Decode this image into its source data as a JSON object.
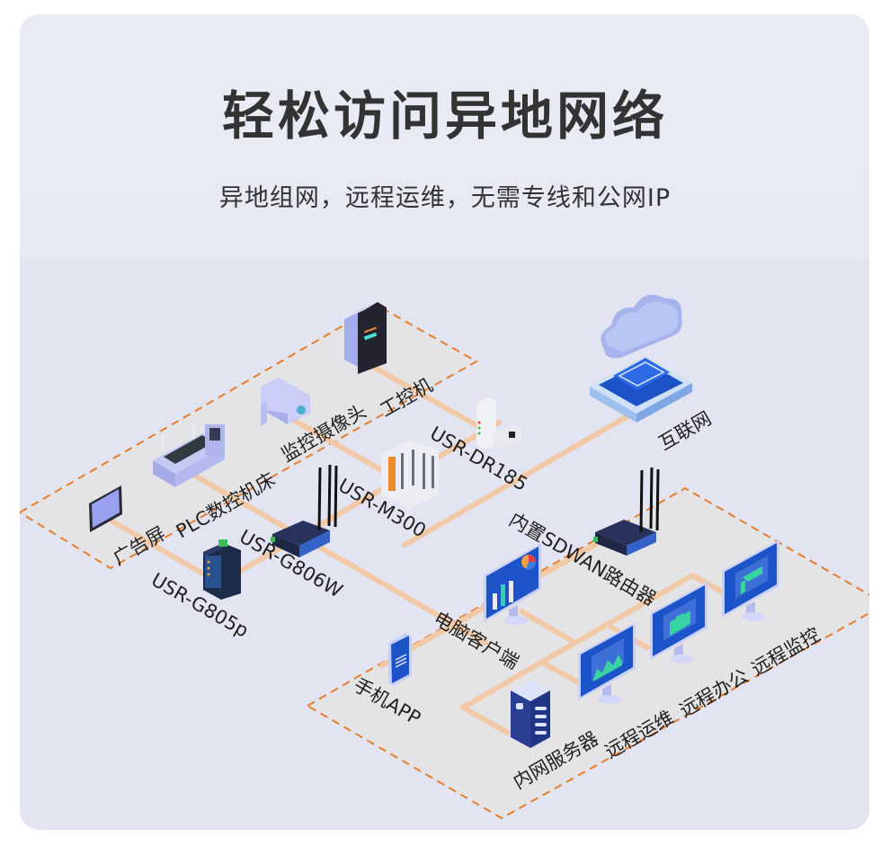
{
  "header": {
    "title": "轻松访问异地网络",
    "subtitle": "异地组网，远程运维，无需专线和公网IP"
  },
  "colors": {
    "background_top": "#e9ebf4",
    "background_bottom": "#e2e4f1",
    "title_text": "#333333",
    "dashed_border": "#e67e2e",
    "zone_fill": "#e4e3e6",
    "link_line": "#f1c9a6",
    "device_blue": "#1d53c9",
    "device_lavender": "#aeb5ec",
    "screen_accent": "#38d3a3"
  },
  "zones": {
    "field_site": {
      "devices": [
        {
          "icon": "advertising-screen-icon",
          "label": "广告屏"
        },
        {
          "icon": "plc-cnc-machine-icon",
          "label": "PLC数控机床"
        },
        {
          "icon": "surveillance-camera-icon",
          "label": "监控摄像头"
        },
        {
          "icon": "industrial-pc-icon",
          "label": "工控机"
        }
      ]
    },
    "remote_site": {
      "devices": [
        {
          "icon": "sdwan-router-icon",
          "label": "内置SDWAN路由器"
        },
        {
          "icon": "pc-client-icon",
          "label": "电脑客户端"
        },
        {
          "icon": "mobile-app-icon",
          "label": "手机APP"
        },
        {
          "icon": "intranet-server-icon",
          "label": "内网服务器"
        },
        {
          "icon": "remote-ops-monitor-icon",
          "label": "远程运维"
        },
        {
          "icon": "remote-office-monitor-icon",
          "label": "远程办公"
        },
        {
          "icon": "remote-surveillance-monitor-icon",
          "label": "远程监控"
        }
      ]
    }
  },
  "gateways": [
    {
      "icon": "usr-g805p-icon",
      "label": "USR-G805p"
    },
    {
      "icon": "usr-g806w-router-icon",
      "label": "USR-G806W"
    },
    {
      "icon": "usr-m300-icon",
      "label": "USR-M300"
    },
    {
      "icon": "usr-dr185-icon",
      "label": "USR-DR185"
    }
  ],
  "internet": {
    "icon": "cloud-chip-icon",
    "label": "互联网"
  }
}
